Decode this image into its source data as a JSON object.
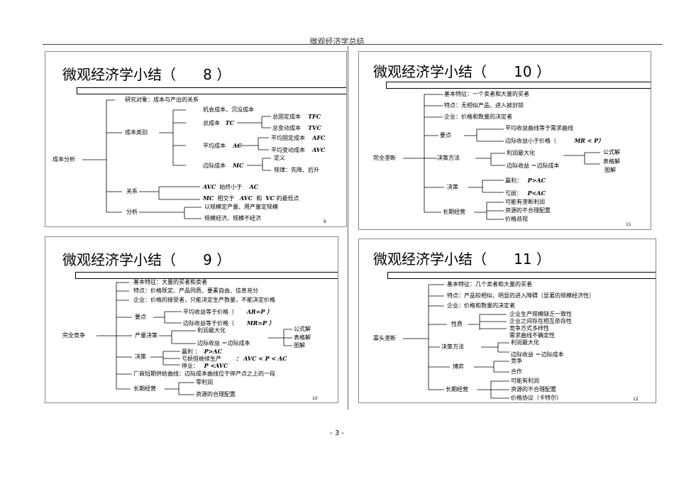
{
  "doc": {
    "header": "微观经济学总结",
    "page_number": "- 3 -"
  },
  "s8": {
    "title": "微观经济学小结（      8 ）",
    "num": "9",
    "root": "成本分析",
    "b1": "研究对象：成本与产出的关系",
    "b2": "成本类别",
    "b2a": "机会成本、沉没成本",
    "b2b": "总成本",
    "b2b_sym": "TC",
    "b2b1": "总固定成本",
    "b2b1_sym": "TFC",
    "b2b2": "总变动成本",
    "b2b2_sym": "TVC",
    "b2c": "平均成本",
    "b2c_sym": "AC",
    "b2c1": "平均固定成本",
    "b2c1_sym": "AFC",
    "b2c2": "平均变动成本",
    "b2c2_sym": "AVC",
    "b2d": "边际成本",
    "b2d_sym": "MC",
    "b2d1": "定义",
    "b2d2": "规律：先降、后升",
    "b3": "关系",
    "b3a1": "AVC",
    "b3a2": "始终小于",
    "b3a3": "AC",
    "b3b1": "MC",
    "b3b2": "相交于",
    "b3b3": "AVC",
    "b3b4": "和",
    "b3b5": "VC",
    "b3b6": "的最低点",
    "b4": "分析",
    "b4a": "以规模定产量、用产量定规模",
    "b4b": "规模经济、规模不经济"
  },
  "s10": {
    "title": "微观经济学小结（      10 ）",
    "num": "11",
    "root": "完全垄断",
    "a": "基本特征：一个卖者和大量的买者",
    "b": "特点：无相似产品、进入被封锁",
    "c": "企业：价格和数量的决定者",
    "d": "要点",
    "d1": "平均收益曲线等于需求曲线",
    "d2": "边际收益小于价格（",
    "d2_sym": "MR < P）",
    "e": "决策方法",
    "e1": "利润最大化",
    "e2": "边际收益 ＝边际成本",
    "e3": "公式解",
    "e4": "表格解",
    "e5": "图解",
    "f": "决策",
    "f1": "赢利：",
    "f1_sym": "P>AC",
    "f2": "亏损：",
    "f2_sym": "P<AC",
    "g": "长期经营",
    "g1": "可能有垄断利润",
    "g2": "资源的不合理配置",
    "g3": "价格歧视"
  },
  "s9": {
    "title": "微观经济学小结（      9 ）",
    "num": "10",
    "root": "完全竞争",
    "a": "基本特征：大量的买者和卖者",
    "b": "特点：价格既定、产品同质、要素自由、信息充分",
    "c": "企业：价格的接受者，只能决定生产数量，不能决定价格",
    "d": "要点",
    "d1": "平均收益等于价格（",
    "d1_sym": "AR=P  ）",
    "d2": "边际收益等于价格（",
    "d2_sym": "MR=P  ）",
    "e": "产量决策",
    "e1": "利润最大化",
    "e2": "边际收益    ＝边际成本",
    "e3": "公式解",
    "e4": "表格解",
    "e5": "图解",
    "f": "决策",
    "f1": "赢利  ：",
    "f1_sym": "P>AC",
    "f2": "亏损但继续生产",
    "f2_sym": "：    AVC  <  P < AC",
    "f3": "停业：",
    "f3_sym": "P <AVC",
    "h": "厂商短期供给曲线：边际成本曲线位于停产点之上的一段",
    "g": "长期经营",
    "g1": "零利润",
    "g2": "资源的合理配置"
  },
  "s11": {
    "title": "微观经济学小结（      11 ）",
    "num": "12",
    "root": "寡头垄断",
    "a": "基本特征：几个卖者和大量的买者",
    "b": "特点：产品较相似、明显的进入障碍（显著的规模经济性）",
    "c": "企业：价格和数量的决定者",
    "d": "性质",
    "d1": "企业生产规模缺乏一致性",
    "d2": "企业之间存在相互依存性",
    "d3": "竞争方式多样性",
    "d4": "需求曲线不确定性",
    "e": "决策方法",
    "e1": "利润最大化",
    "e2": "边际收益    ＝边际成本",
    "f": "博弈",
    "f1": "竞争",
    "f2": "合作",
    "g": "长期经营",
    "g1": "可能有利润",
    "g2": "资源的不合理配置",
    "g3": "价格协议（卡特尔）"
  }
}
